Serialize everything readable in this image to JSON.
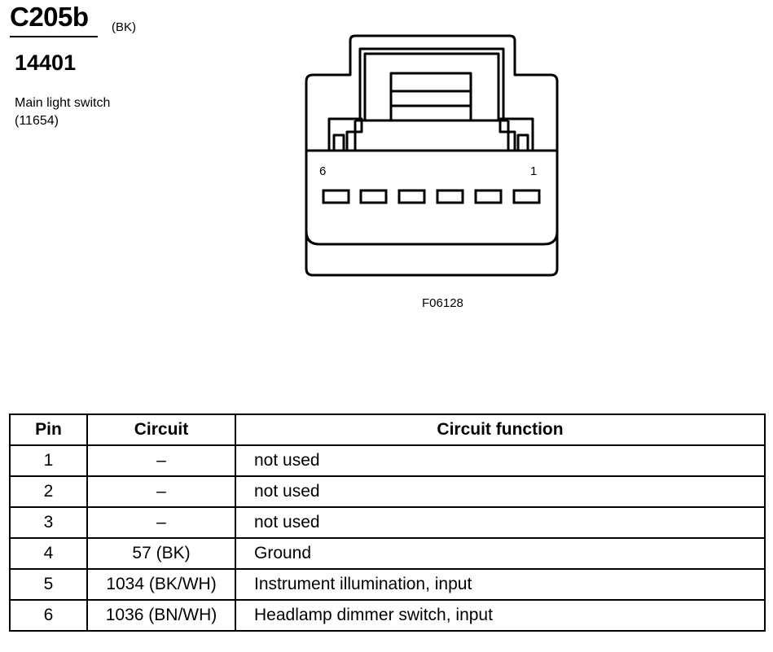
{
  "header": {
    "connector_id": "C205b",
    "color_code": "(BK)",
    "part_number": "14401",
    "component_name": "Main light switch",
    "component_code": "(11654)"
  },
  "diagram": {
    "pin_label_left": "6",
    "pin_label_right": "1",
    "figure_id": "F06128"
  },
  "table": {
    "headers": [
      "Pin",
      "Circuit",
      "Circuit function"
    ],
    "rows": [
      {
        "pin": "1",
        "circuit": "–",
        "function": "not used"
      },
      {
        "pin": "2",
        "circuit": "–",
        "function": "not used"
      },
      {
        "pin": "3",
        "circuit": "–",
        "function": "not used"
      },
      {
        "pin": "4",
        "circuit": "57 (BK)",
        "function": "Ground"
      },
      {
        "pin": "5",
        "circuit": "1034 (BK/WH)",
        "function": "Instrument illumination, input"
      },
      {
        "pin": "6",
        "circuit": "1036 (BN/WH)",
        "function": "Headlamp dimmer switch, input"
      }
    ]
  }
}
